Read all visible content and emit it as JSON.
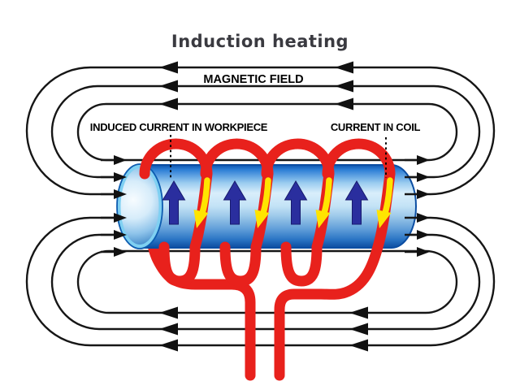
{
  "title": "Induction heating",
  "labels": {
    "magnetic_field": "MAGNETIC FIELD",
    "induced_current": "INDUCED CURRENT IN WORKPIECE",
    "current_in_coil": "CURRENT IN COIL"
  },
  "colors": {
    "field_line": "#161616",
    "arrowhead": "#111111",
    "coil_red": "#e8211c",
    "coil_current_yellow": "#ffe400",
    "induced_arrow_navy": "#2a2e9e",
    "workpiece_blue": "#2e7fd6",
    "title_text": "#3a3a40",
    "label_text": "#000000",
    "background": "#ffffff"
  }
}
